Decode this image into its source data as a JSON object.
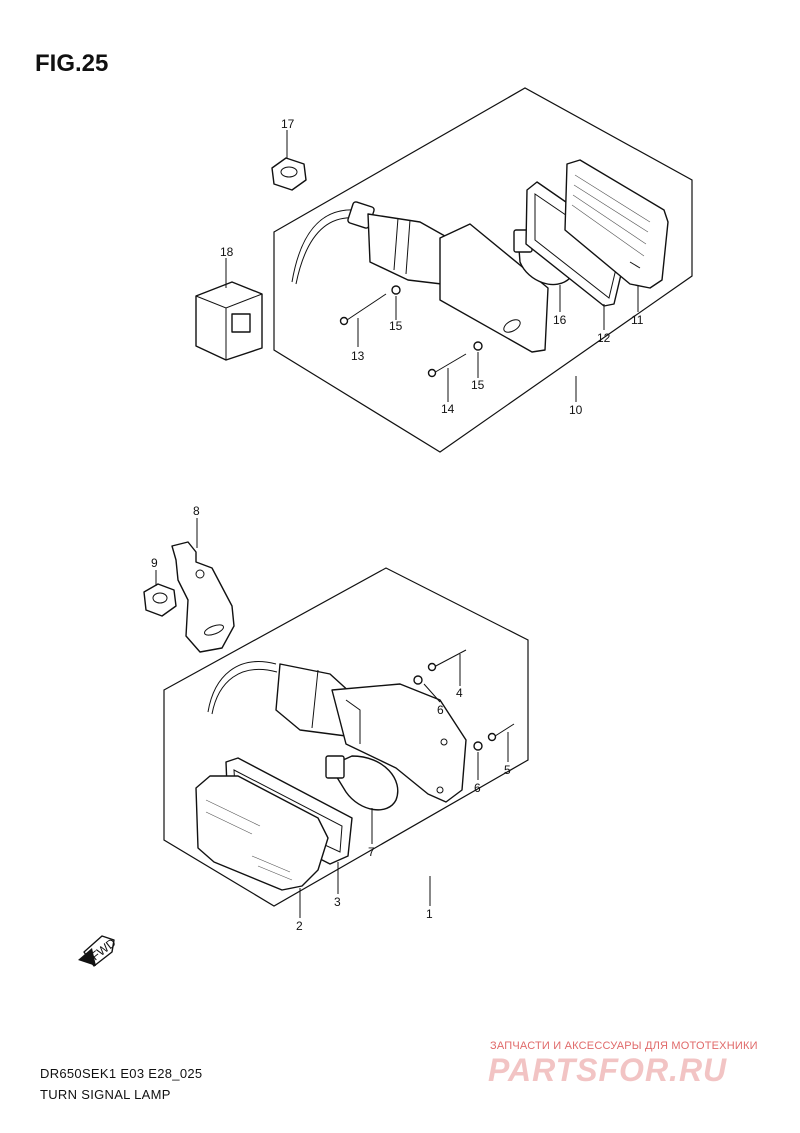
{
  "figure": {
    "title": "FIG.25"
  },
  "footer": {
    "model_code": "DR650SEK1 E03 E28_025",
    "name": "TURN SIGNAL LAMP"
  },
  "direction_marker": {
    "label": "FWD",
    "icon": "fwd-arrow-icon"
  },
  "watermark": {
    "tagline": "ЗАПЧАСТИ И АКСЕССУАРЫ ДЛЯ МОТОТЕХНИКИ",
    "logo_text": "PARTSFOR.RU",
    "color": "#e06a6a"
  },
  "callouts": {
    "n1": "1",
    "n2": "2",
    "n3": "3",
    "n4": "4",
    "n5": "5",
    "n6a": "6",
    "n6b": "6",
    "n7": "7",
    "n8": "8",
    "n9": "9",
    "n10": "10",
    "n11": "11",
    "n12": "12",
    "n13": "13",
    "n14": "14",
    "n15a": "15",
    "n15b": "15",
    "n16": "16",
    "n17": "17",
    "n18": "18"
  }
}
